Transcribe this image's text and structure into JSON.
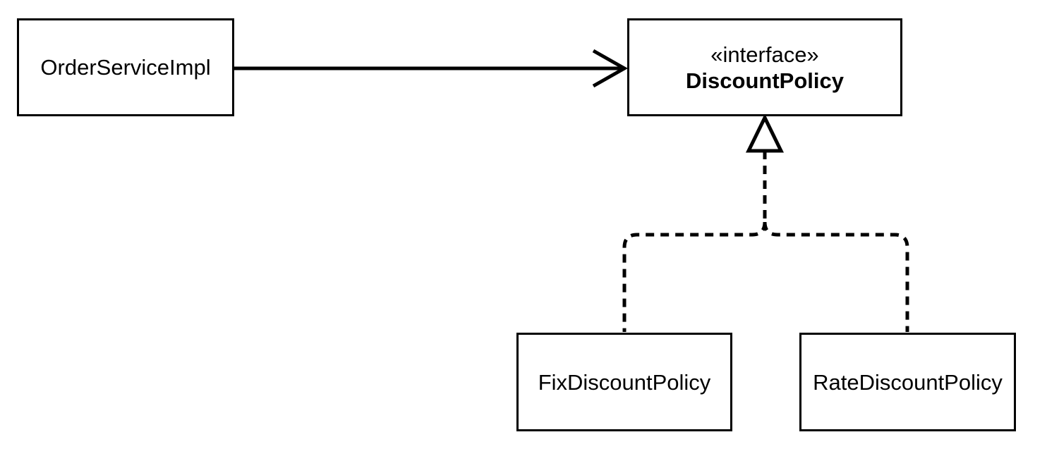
{
  "diagram": {
    "type": "uml-class-diagram",
    "background_color": "#ffffff",
    "stroke_color": "#000000"
  },
  "nodes": {
    "order_service": {
      "label": "OrderServiceImpl"
    },
    "discount_policy": {
      "stereotype": "«interface»",
      "label": "DiscountPolicy"
    },
    "fix_discount": {
      "label": "FixDiscountPolicy"
    },
    "rate_discount": {
      "label": "RateDiscountPolicy"
    }
  },
  "edges": [
    {
      "from": "OrderServiceImpl",
      "to": "DiscountPolicy",
      "kind": "dependency",
      "line": "solid",
      "arrowhead": "open-v"
    },
    {
      "from": "FixDiscountPolicy",
      "to": "DiscountPolicy",
      "kind": "realization",
      "line": "dashed",
      "arrowhead": "hollow-triangle"
    },
    {
      "from": "RateDiscountPolicy",
      "to": "DiscountPolicy",
      "kind": "realization",
      "line": "dashed",
      "arrowhead": "hollow-triangle"
    }
  ]
}
